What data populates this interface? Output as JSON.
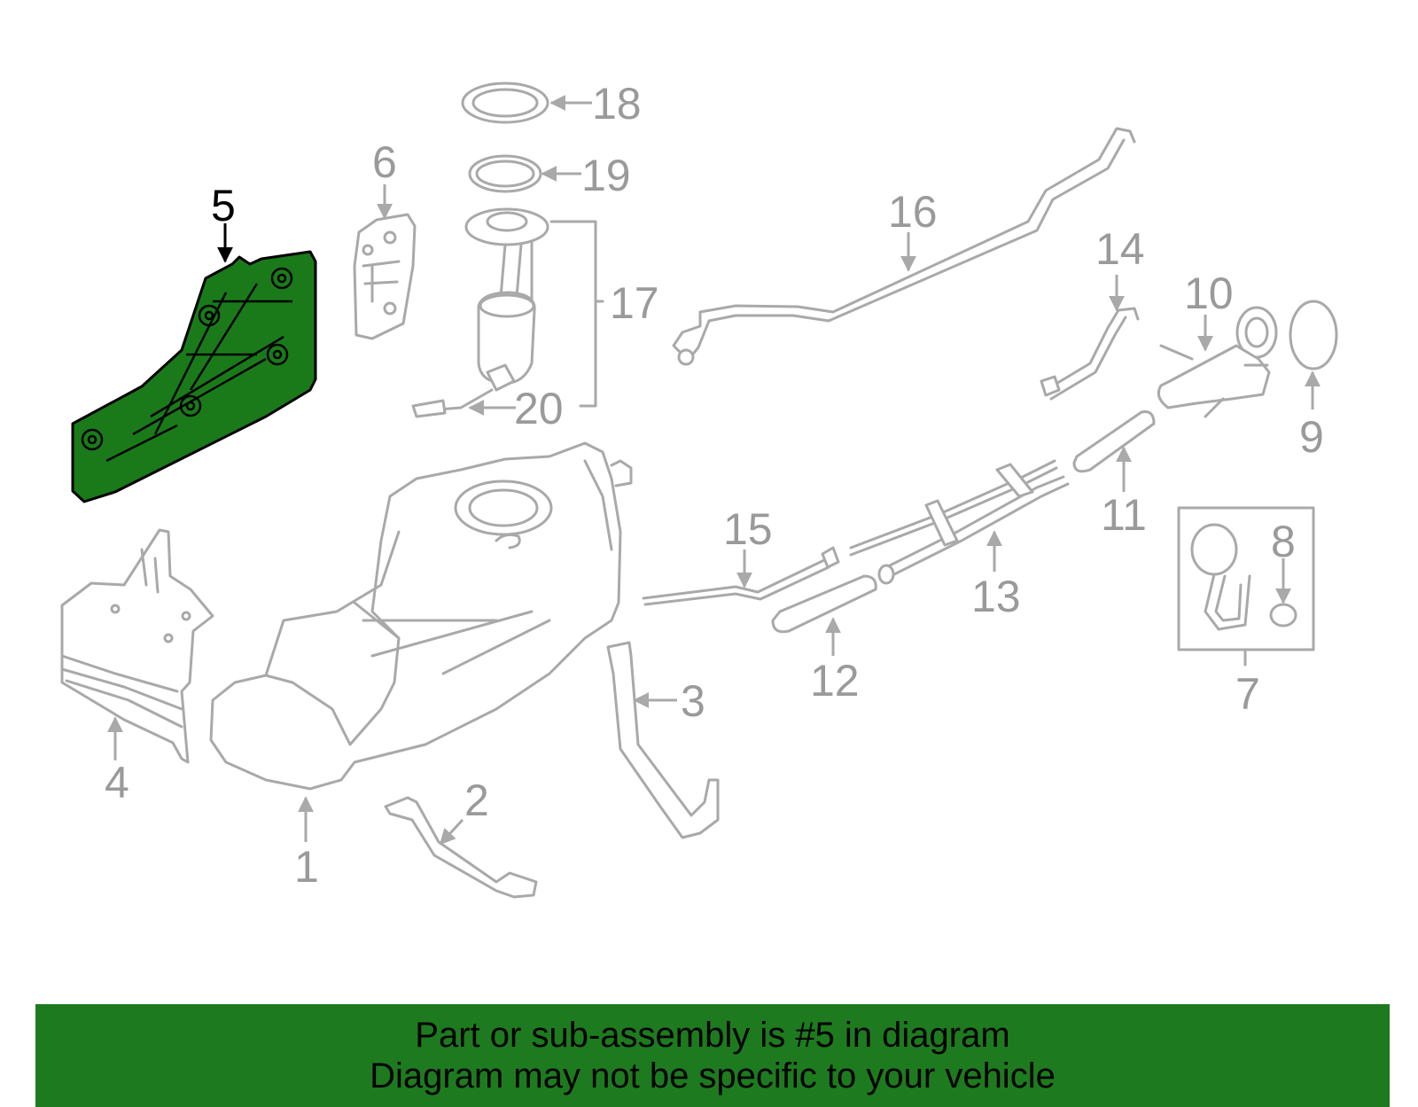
{
  "highlight_color": "#1e7a1e",
  "callouts": {
    "c1": "1",
    "c2": "2",
    "c3": "3",
    "c4": "4",
    "c5": "5",
    "c6": "6",
    "c7": "7",
    "c8": "8",
    "c9": "9",
    "c10": "10",
    "c11": "11",
    "c12": "12",
    "c13": "13",
    "c14": "14",
    "c15": "15",
    "c16": "16",
    "c17": "17",
    "c18": "18",
    "c19": "19",
    "c20": "20"
  },
  "highlighted_part": "5",
  "footer": {
    "line1": "Part or sub-assembly is #5 in diagram",
    "line2": "Diagram may not be specific to your vehicle"
  }
}
